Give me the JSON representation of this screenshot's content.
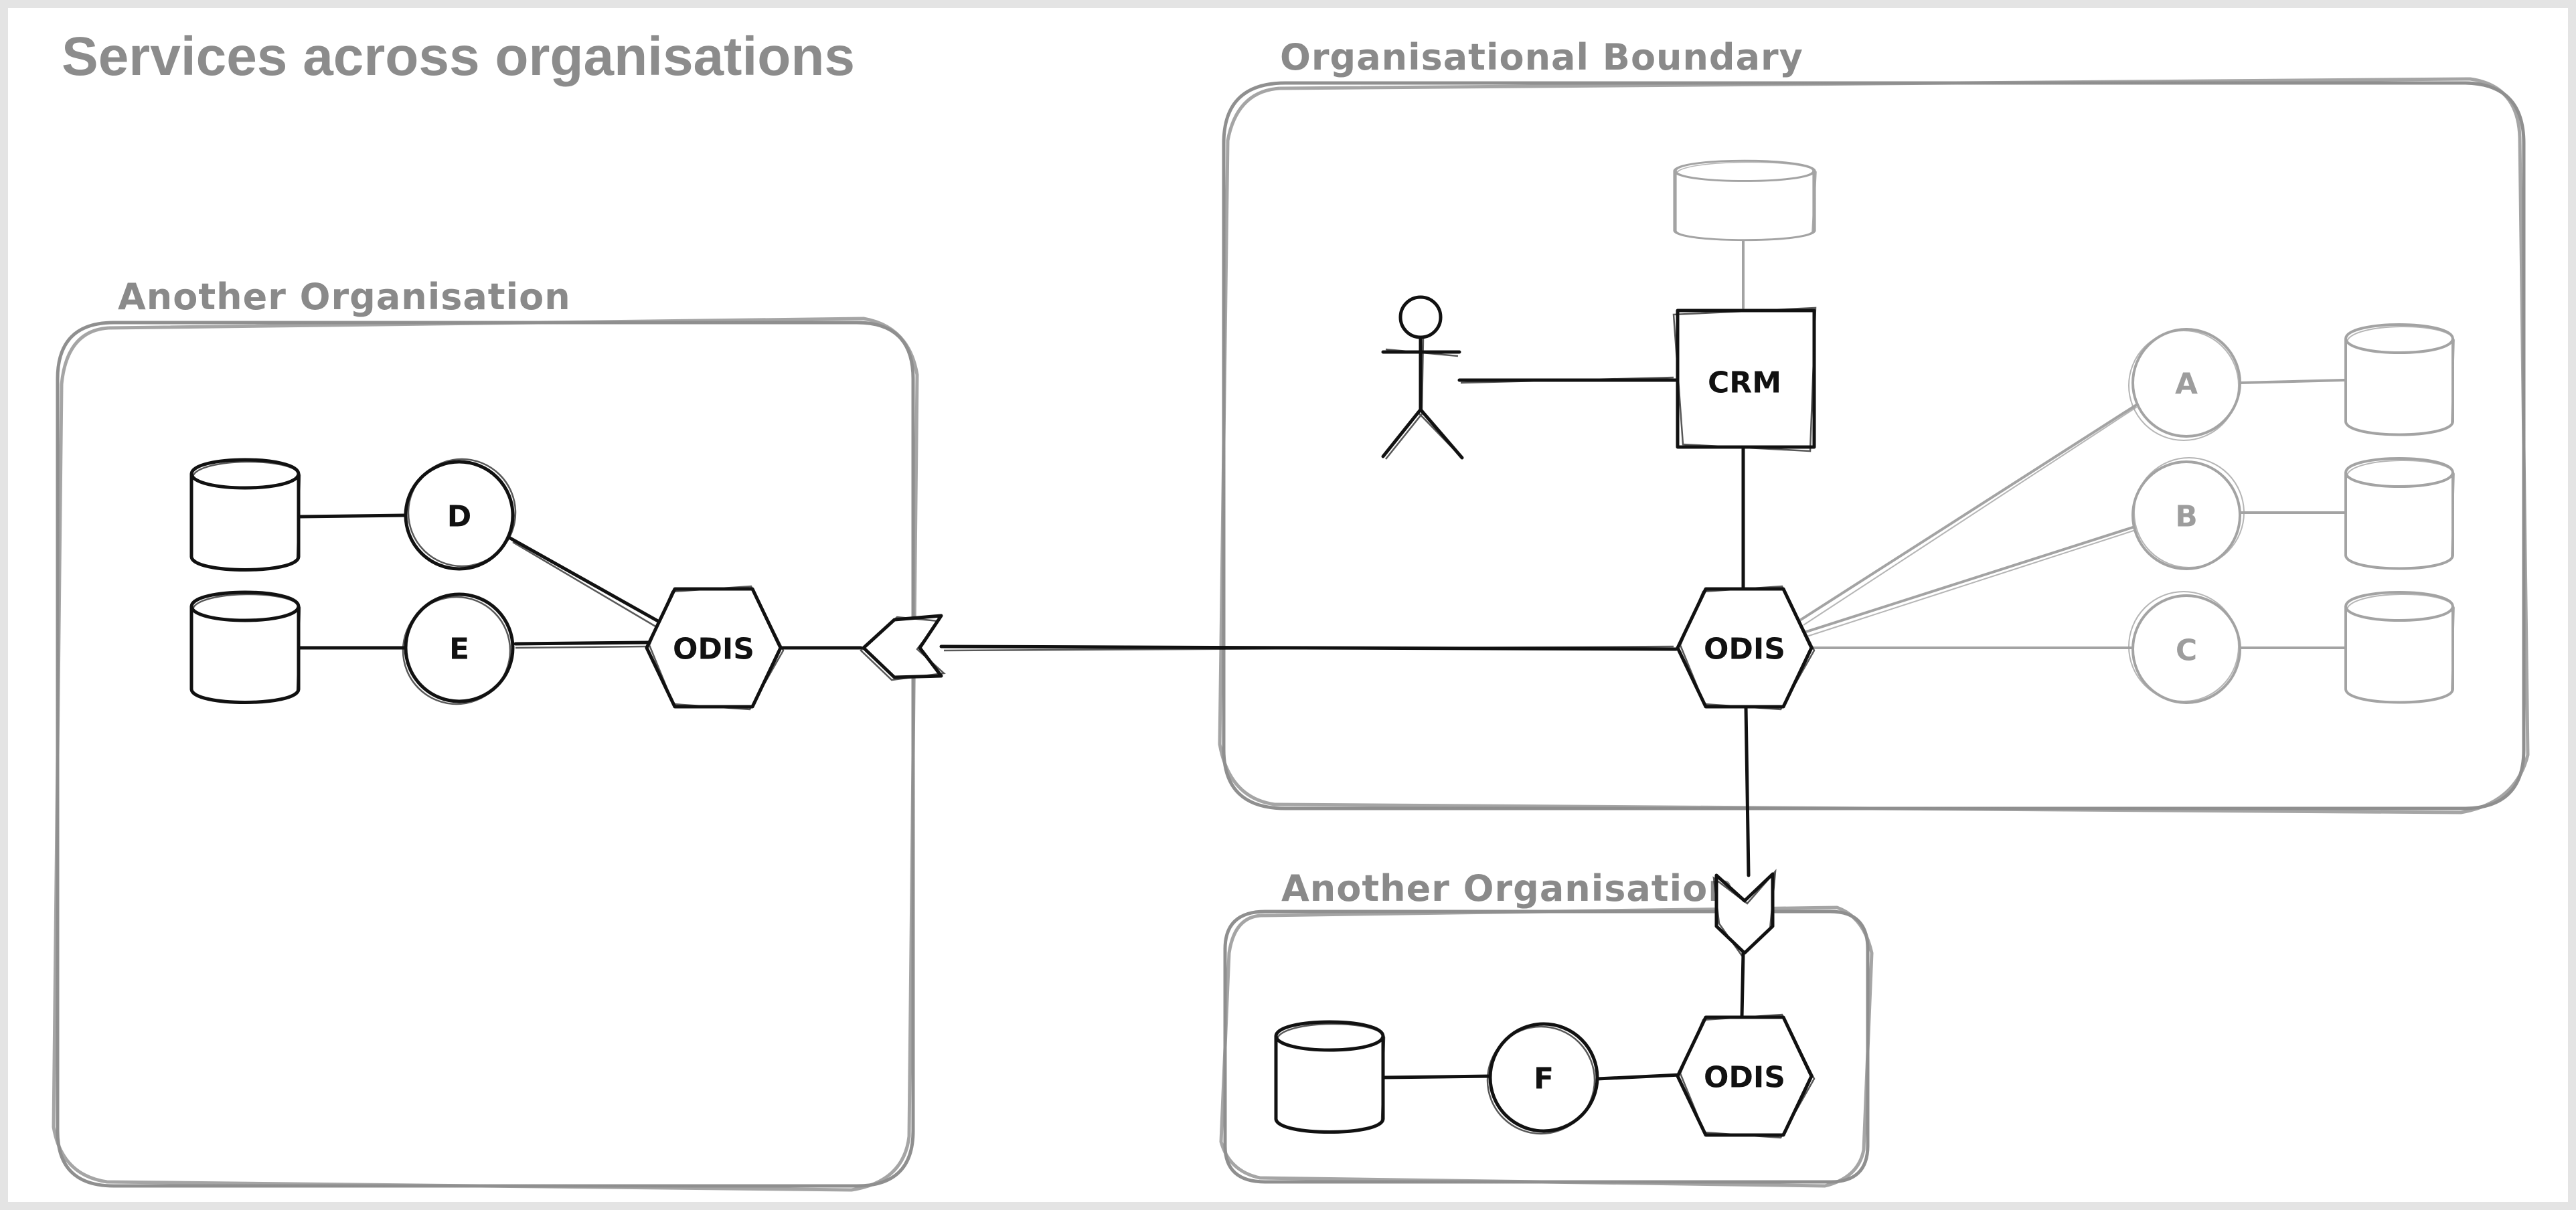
{
  "title": "Services across organisations",
  "boundaries": {
    "main": "Organisational Boundary",
    "left": "Another Organisation",
    "bottom": "Another Organisation"
  },
  "nodes": {
    "crm": "CRM",
    "odis_main": "ODIS",
    "odis_left": "ODIS",
    "odis_bottom": "ODIS",
    "service_a": "A",
    "service_b": "B",
    "service_c": "C",
    "service_d": "D",
    "service_e": "E",
    "service_f": "F"
  },
  "colors": {
    "ink": "#111111",
    "muted": "#a3a3a3",
    "label": "#8a8a8a"
  }
}
